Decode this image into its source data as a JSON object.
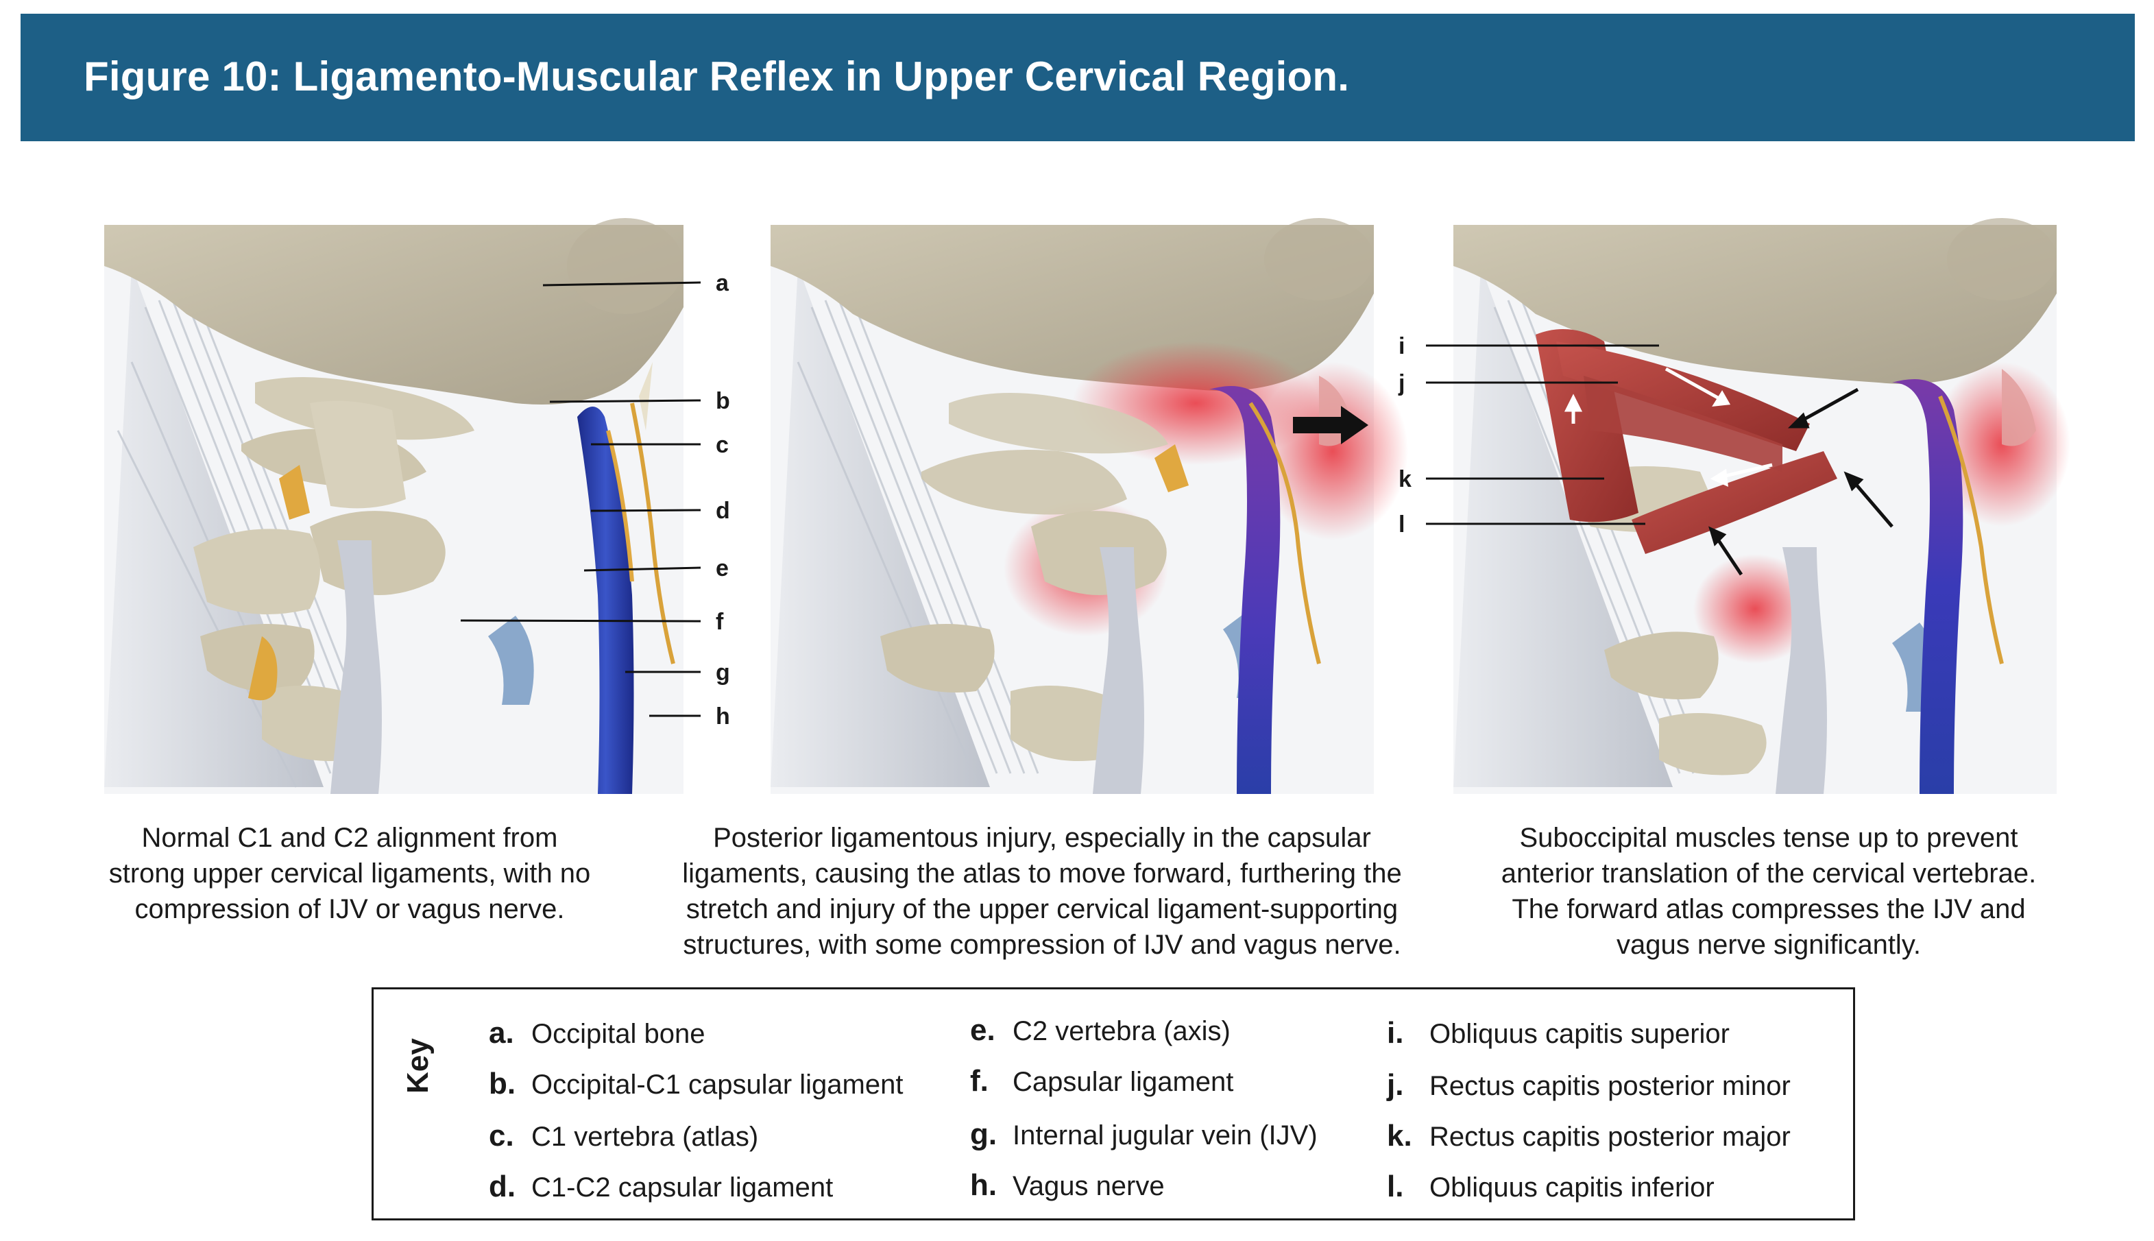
{
  "title": "Figure 10: Ligamento-Muscular Reflex in Upper Cervical Region.",
  "panels": [
    {
      "labels": [
        "a",
        "b",
        "c",
        "d",
        "e",
        "f",
        "g",
        "h"
      ],
      "caption": [
        "Normal C1 and C2 alignment from",
        "strong upper cervical ligaments, with no",
        "compression of IJV or vagus nerve."
      ]
    },
    {
      "labels": [],
      "caption": [
        "Posterior ligamentous injury, especially in the capsular",
        "ligaments, causing the atlas to move forward, furthering the",
        "stretch and injury of the upper cervical ligament-supporting",
        "structures, with some compression of IJV and vagus nerve."
      ]
    },
    {
      "labels": [
        "i",
        "j",
        "k",
        "l"
      ],
      "caption": [
        "Suboccipital muscles tense up to prevent",
        "anterior translation of the cervical vertebrae.",
        "The forward atlas compresses the IJV and",
        "vagus nerve significantly."
      ]
    }
  ],
  "key": {
    "title": "Key",
    "items": [
      {
        "letter": "a.",
        "text": "Occipital bone"
      },
      {
        "letter": "b.",
        "text": "Occipital-C1 capsular ligament"
      },
      {
        "letter": "c.",
        "text": "C1 vertebra (atlas)"
      },
      {
        "letter": "d.",
        "text": "C1-C2 capsular ligament"
      },
      {
        "letter": "e.",
        "text": "C2 vertebra (axis)"
      },
      {
        "letter": "f.",
        "text": "Capsular ligament"
      },
      {
        "letter": "g.",
        "text": "Internal jugular vein (IJV)"
      },
      {
        "letter": "h.",
        "text": "Vagus nerve"
      },
      {
        "letter": "i.",
        "text": "Obliquus capitis superior"
      },
      {
        "letter": "j.",
        "text": "Rectus capitis posterior minor"
      },
      {
        "letter": "k.",
        "text": "Rectus capitis posterior major"
      },
      {
        "letter": "l.",
        "text": "Obliquus capitis inferior"
      }
    ]
  },
  "colors": {
    "banner": "#1d5f86",
    "bone": "#d9d2bd",
    "ligament": "#c9cdd6",
    "ijv": "#2a3ea8",
    "nerve": "#d9a23a",
    "muscle": "#b8413d",
    "inflammation": "#e8303a"
  }
}
